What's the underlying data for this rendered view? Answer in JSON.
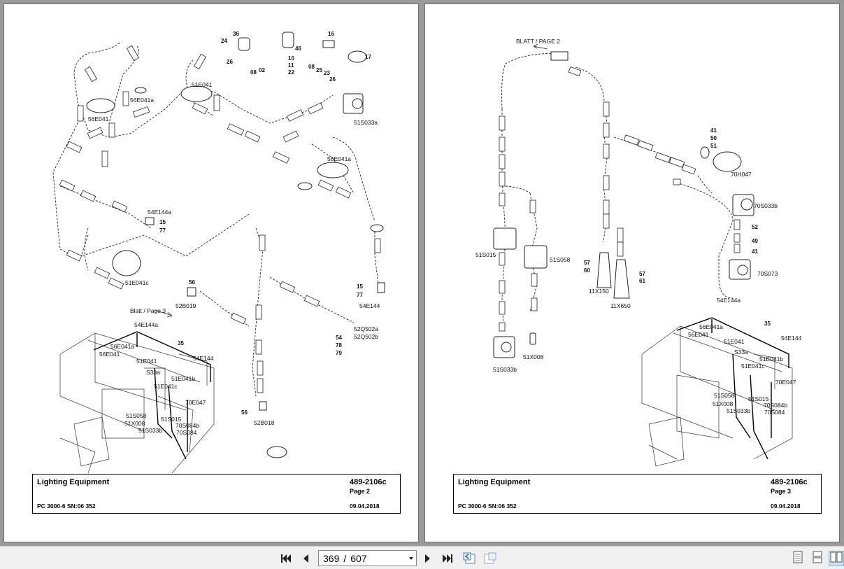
{
  "viewer": {
    "page_current": "369",
    "page_separator": "/",
    "page_total": "607"
  },
  "left_page": {
    "title": "Lighting Equipment",
    "model": "PC 3000-6 SN:06 352",
    "doc_number": "489-2106c",
    "page_label": "Page 2",
    "date": "09.04.2018",
    "nav_text": "Blatt / Page 3",
    "labels": {
      "l36": "36",
      "l24": "24",
      "l26a": "26",
      "l08a": "08",
      "l02": "02",
      "l10": "10",
      "l11": "11",
      "l22": "22",
      "l46": "46",
      "l16": "16",
      "l17": "17",
      "l08b": "08",
      "l25": "25",
      "l23": "23",
      "l26b": "26",
      "e56E041": "56E041",
      "e56E041a": "56E041a",
      "e51E041": "51E041",
      "e51S033a": "51S033a",
      "e56E041a_2": "56E041a",
      "e54E144a": "54E144a",
      "l15a": "15",
      "l77a": "77",
      "e51E041c": "51E041c",
      "l56a": "56",
      "e52B019": "52B019",
      "l15b": "15",
      "l77b": "77",
      "e54E144": "54E144",
      "l54": "54",
      "l78": "78",
      "l79": "79",
      "e52Q502a": "52Q502a",
      "e52Q502b": "52Q502b",
      "l56b": "56",
      "e52B018": "52B018",
      "o54E144a": "54E144a",
      "o56E041a": "56E041a",
      "o56E041": "56E041",
      "o35": "35",
      "o51E041": "51E041",
      "o54E144": "54E144",
      "oS33a": "S33a",
      "o51E041b": "51E041b",
      "o51E041c": "51E041c",
      "o70E047": "70E047",
      "o51S058": "51S058",
      "o51X008": "51X008",
      "o51S015": "51S015",
      "o51S033b": "51S033b",
      "o70S084b": "70S084b",
      "o70S084": "70S084"
    }
  },
  "right_page": {
    "title": "Lighting Equipment",
    "model": "PC 3000-6 SN:06 352",
    "doc_number": "489-2106c",
    "page_label": "Page 3",
    "date": "09.04.2018",
    "nav_text": "BLATT / PAGE 2",
    "labels": {
      "l41a": "41",
      "l50": "50",
      "l51": "51",
      "e70H047": "70H047",
      "e70S033b": "70S033b",
      "l52": "52",
      "l49": "49",
      "l41b": "41",
      "e70S073": "70S073",
      "e51S015": "51S015",
      "e51S058": "51S058",
      "l57a": "57",
      "l60": "60",
      "e11X150": "11X150",
      "l57b": "57",
      "l61": "61",
      "e11X650": "11X650",
      "e54E144a": "54E144a",
      "e51X008": "51X008",
      "e51S033b": "51S033b",
      "o35": "35",
      "o56E041a": "56E041a",
      "o56E041": "56E041",
      "o54E144": "54E144",
      "o51E041": "51E041",
      "oS33a": "S33a",
      "o51E041b": "51E041b",
      "o51E041c": "51E041c",
      "o70E047": "70E047",
      "o51S058": "51S058",
      "o51S015": "51S015",
      "o51X008": "51X008",
      "o70S084b": "70S084b",
      "o51S033b": "51S033b",
      "o70S084": "70S084"
    }
  },
  "colors": {
    "viewer_bg": "#9a9a9a",
    "toolbar_bg": "#f0f0f0",
    "accent": "#2e6db4"
  },
  "icons": {
    "first": "skip-to-start-icon",
    "prev": "triangle-left-icon",
    "next": "triangle-right-icon",
    "last": "skip-to-end-icon",
    "view_single": "single-page-icon",
    "view_continuous": "continuous-page-icon",
    "view_facing": "facing-pages-icon"
  }
}
